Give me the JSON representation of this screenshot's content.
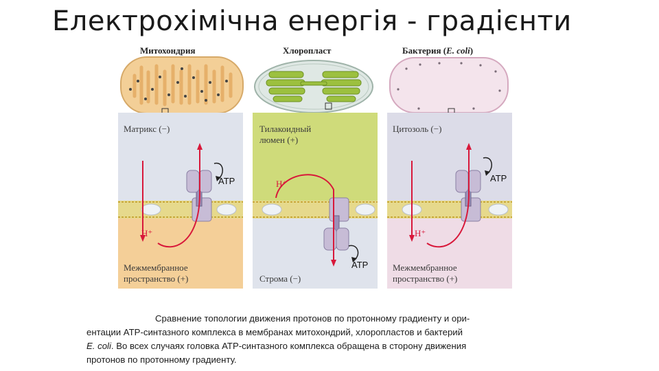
{
  "slide": {
    "title": "Електрохімічна енергія - градієнти"
  },
  "figure": {
    "mitochondrion": {
      "label": "Митохондрия",
      "top_region": "Матрикс (−)",
      "bottom_region_line1": "Межмембранное",
      "bottom_region_line2": "пространство (+)",
      "proton": "H⁺",
      "atp": "ATP"
    },
    "chloroplast": {
      "label": "Хлоропласт",
      "top_region_line1": "Тилакоидный",
      "top_region_line2": "люмен (+)",
      "bottom_region": "Строма (−)",
      "proton": "H⁺",
      "atp": "ATP"
    },
    "bacterium": {
      "label_prefix": "Бактерия (",
      "label_species": "E. coli",
      "label_suffix": ")",
      "top_region": "Цитозоль (−)",
      "bottom_region_line1": "Межмембранное",
      "bottom_region_line2": "пространство (+)",
      "proton": "H⁺",
      "atp": "ATP"
    },
    "colors": {
      "mito_fill": "#f3cf97",
      "mito_top": "#dfe3ec",
      "mito_bottom": "#f4cf98",
      "chloro_fill": "#dfe8e4",
      "chloro_top": "#cfdb7a",
      "chloro_bottom": "#dfe3ec",
      "bact_fill": "#f4e4ec",
      "bact_top": "#dcdce8",
      "bact_bottom": "#efdce6",
      "membrane": "#d9c24e",
      "atp_synthase": "#c7bcd6",
      "proton_arrow": "#d8183a"
    }
  },
  "caption": {
    "line1": "Сравнение топологии движения протонов по протонному градиенту и ори-",
    "line2": "ентации ATP-синтазного комплекса в мембранах митохондрий, хлоропластов и бактерий",
    "line3_italic": "E. coli",
    "line3_rest": ". Во всех случаях головка ATP-синтазного комплекса обращена в сторону движения",
    "line4": "протонов по протонному градиенту."
  }
}
